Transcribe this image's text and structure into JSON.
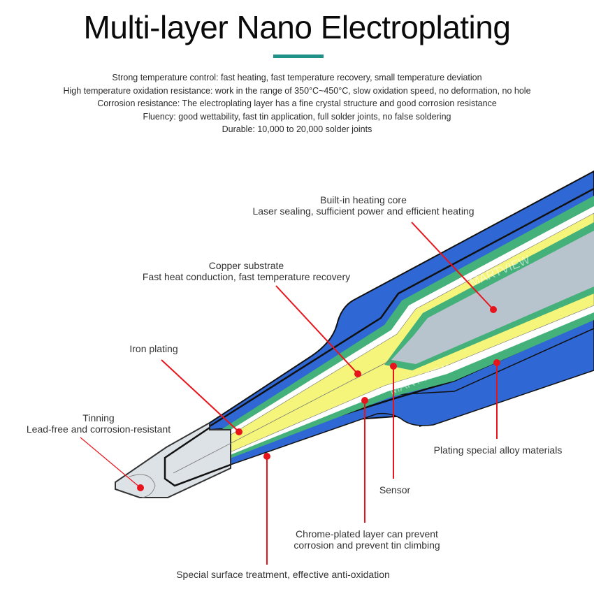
{
  "title": "Multi-layer Nano Electroplating",
  "colors": {
    "accent": "#1f9188",
    "outer_shell": "#2f67d4",
    "plating_green": "#44b07a",
    "copper_yellow": "#f4f57a",
    "core_gray": "#b8c4cd",
    "tinning_gray": "#dde2e6",
    "callout_red": "#e8141c"
  },
  "features": [
    "Strong temperature control: fast heating, fast temperature recovery, small temperature deviation",
    "High temperature oxidation resistance: work in the range of 350°C~450°C, slow oxidation speed, no deformation, no hole",
    "Corrosion resistance: The electroplating layer has a fine crystal structure and good corrosion resistance",
    "Fluency: good wettability, fast tin application, full solder joints, no false soldering",
    "Durable: 10,000 to 20,000 solder joints"
  ],
  "watermark": "MARTVIEW",
  "callouts": {
    "heating_core": {
      "title": "Built-in heating core",
      "desc": "Laser sealing, sufficient power and efficient heating"
    },
    "copper": {
      "title": "Copper substrate",
      "desc": "Fast heat conduction, fast temperature recovery"
    },
    "iron": {
      "title": "Iron plating"
    },
    "tinning": {
      "title": "Tinning",
      "desc": "Lead-free and corrosion-resistant"
    },
    "alloy": {
      "title": "Plating special alloy materials"
    },
    "sensor": {
      "title": "Sensor"
    },
    "chrome": {
      "title": "Chrome-plated layer can prevent",
      "desc": "corrosion and prevent tin climbing"
    },
    "surface": {
      "title": "Special surface treatment, effective anti-oxidation"
    }
  }
}
